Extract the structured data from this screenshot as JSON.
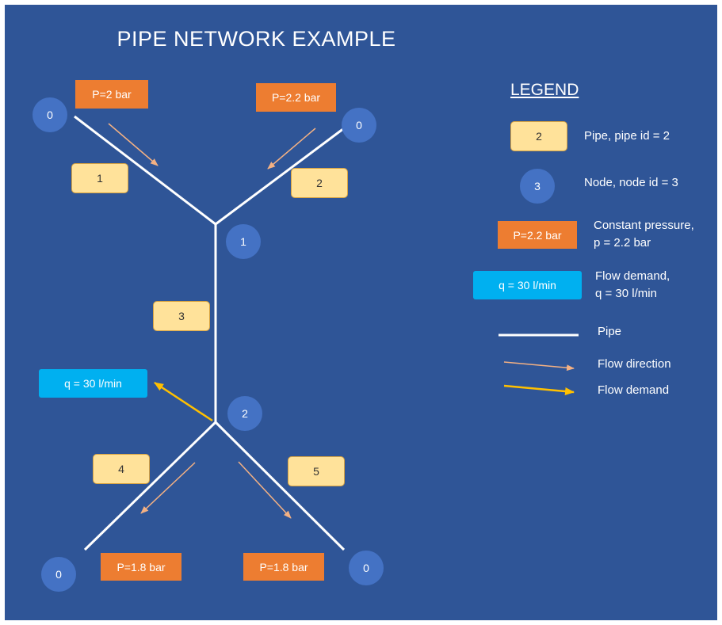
{
  "title": "PIPE NETWORK EXAMPLE",
  "pipes": [
    {
      "id": "1"
    },
    {
      "id": "2"
    },
    {
      "id": "3"
    },
    {
      "id": "4"
    },
    {
      "id": "5"
    }
  ],
  "nodes": {
    "top_left": "0",
    "top_right": "0",
    "junction_upper": "1",
    "junction_lower": "2",
    "bottom_left": "0",
    "bottom_right": "0"
  },
  "pressures": {
    "top_left": "P=2 bar",
    "top_right": "P=2.2 bar",
    "bottom_left": "P=1.8 bar",
    "bottom_right": "P=1.8 bar"
  },
  "demand": {
    "label": "q = 30 l/min"
  },
  "legend": {
    "title": "LEGEND",
    "pipe_sample": "2",
    "pipe_text": "Pipe, pipe id = 2",
    "node_sample": "3",
    "node_text": "Node, node id = 3",
    "pressure_sample": "P=2.2 bar",
    "pressure_text": "Constant pressure,\np = 2.2 bar",
    "demand_sample": "q = 30 l/min",
    "demand_text": "Flow demand,\nq = 30 l/min",
    "pipe_line_text": "Pipe",
    "flow_direction_text": "Flow direction",
    "flow_demand_text": "Flow demand"
  },
  "colors": {
    "background": "#2f5597",
    "pipe_box": "#ffe29a",
    "node": "#4472c4",
    "pressure": "#ed7d31",
    "demand": "#00b0f0",
    "flow_arrow": "#f4b183",
    "demand_arrow": "#ffc000"
  }
}
